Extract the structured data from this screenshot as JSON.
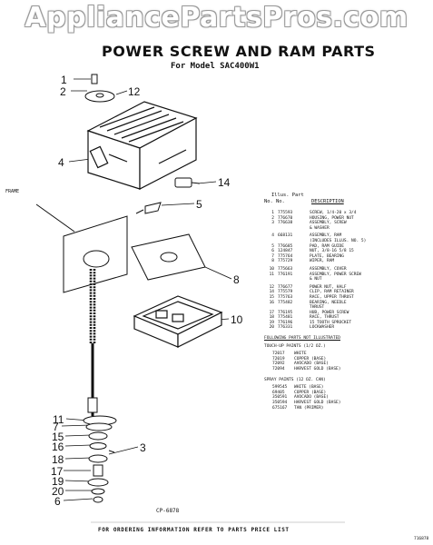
{
  "watermark": "AppliancePartsPros.com",
  "title": "POWER SCREW AND RAM PARTS",
  "model": "For Model SAC400W1",
  "frame_label": "FRAME",
  "drawing_number": "CP-6878",
  "footer": "FOR ORDERING INFORMATION REFER TO PARTS PRICE LIST",
  "footer_ref": "716878",
  "table": {
    "header_line1": "Illus. Part",
    "header_no": "No.   No.",
    "header_desc": "DESCRIPTION",
    "parts": [
      {
        "no": "1",
        "part": "775593",
        "desc": [
          "SCREW, 1/4-20 x 3/4"
        ]
      },
      {
        "no": "2",
        "part": "776670",
        "desc": [
          "HOUSING, POWER NUT"
        ]
      },
      {
        "no": "3",
        "part": "776638",
        "desc": [
          "ASSEMBLY, SCREW",
          "& WASHER"
        ]
      },
      {
        "no": "4",
        "part": "668131",
        "desc": [
          "ASSEMBLY, RAM",
          "(INCLUDES ILLUS. NO. 5)"
        ]
      },
      {
        "no": "5",
        "part": "776685",
        "desc": [
          "PAD, RAM GUIDE"
        ]
      },
      {
        "no": "6",
        "part": "124847",
        "desc": [
          "NUT, 3/8-16 5/8 15"
        ]
      },
      {
        "no": "7",
        "part": "775764",
        "desc": [
          "PLATE, BEARING"
        ]
      },
      {
        "no": "8",
        "part": "775729",
        "desc": [
          "WIPER, RAM"
        ]
      },
      {
        "no": "10",
        "part": "775663",
        "desc": [
          "ASSEMBLY, COVER"
        ]
      },
      {
        "no": "11",
        "part": "776191",
        "desc": [
          "ASSEMBLY, POWER SCREW",
          "& NUT"
        ]
      },
      {
        "no": "12",
        "part": "776677",
        "desc": [
          "POWER NUT, HALF"
        ]
      },
      {
        "no": "14",
        "part": "775579",
        "desc": [
          "CLIP, RAM RETAINER"
        ]
      },
      {
        "no": "15",
        "part": "775763",
        "desc": [
          "RACE, UPPER THRUST"
        ]
      },
      {
        "no": "16",
        "part": "775482",
        "desc": [
          "BEARING, NEEDLE",
          "THRUST"
        ]
      },
      {
        "no": "17",
        "part": "776195",
        "desc": [
          "HUB, POWER SCREW"
        ]
      },
      {
        "no": "18",
        "part": "775481",
        "desc": [
          "RACE, THRUST"
        ]
      },
      {
        "no": "19",
        "part": "776196",
        "desc": [
          "15 TOOTH SPROCKET"
        ]
      },
      {
        "no": "20",
        "part": "776331",
        "desc": [
          "LOCKWASHER"
        ]
      }
    ],
    "touchup_heading": "FOLLOWING PARTS NOT ILLUSTRATED",
    "touchup_sub": "TOUCH-UP PAINTS (1/2 OZ.)",
    "touchup": [
      {
        "part": "72017",
        "desc": "WHITE"
      },
      {
        "part": "72019",
        "desc": "COPPER (BASE)"
      },
      {
        "part": "72092",
        "desc": "AVOCADO (BASE)"
      },
      {
        "part": "72094",
        "desc": "HARVEST GOLD (BASE)"
      }
    ],
    "spray_heading": "SPRAY PAINTS (12 OZ. CAN)",
    "spray": [
      {
        "part": "599545",
        "desc": "WHITE (BASE)"
      },
      {
        "part": "69405",
        "desc": "COPPER (BASE)"
      },
      {
        "part": "350591",
        "desc": "AVOCADO (BASE)"
      },
      {
        "part": "350594",
        "desc": "HARVEST GOLD (BASE)"
      },
      {
        "part": "675167",
        "desc": "TAN (PRIMER)"
      }
    ]
  },
  "callouts": {
    "c1": "1",
    "c2": "2",
    "c12": "12",
    "c4": "4",
    "c14": "14",
    "c5": "5",
    "c8": "8",
    "c10": "10",
    "c11": "11",
    "c7": "7",
    "c15": "15",
    "c16": "16",
    "c18": "18",
    "c3": "3",
    "c17": "17",
    "c19": "19",
    "c20": "20",
    "c6": "6"
  }
}
